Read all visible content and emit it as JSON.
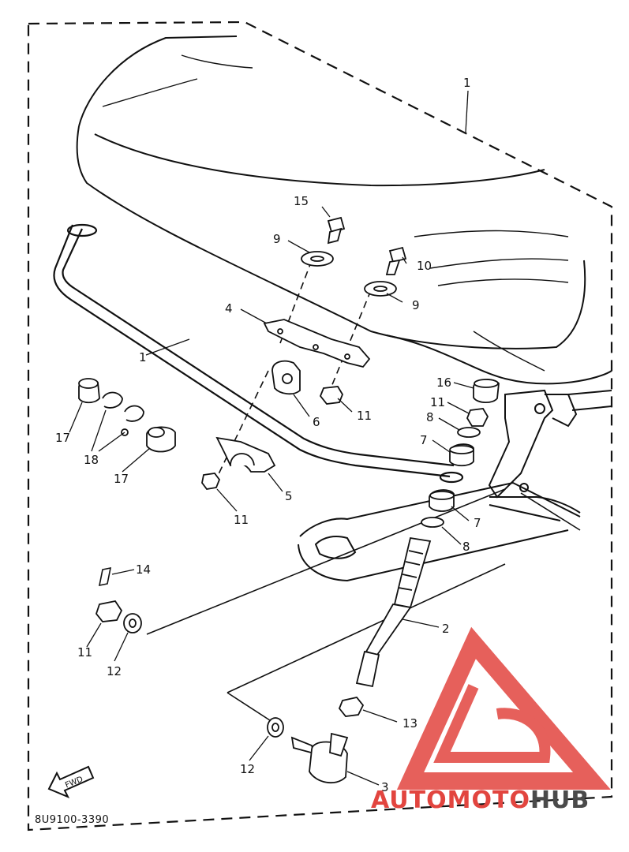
{
  "diagram": {
    "drawing_code": "8U9100-3390",
    "fwd_label": "FWD",
    "callouts": [
      {
        "id": "c1-top",
        "text": "1"
      },
      {
        "id": "c1-bar",
        "text": "1"
      },
      {
        "id": "c2",
        "text": "2"
      },
      {
        "id": "c3",
        "text": "3"
      },
      {
        "id": "c4",
        "text": "4"
      },
      {
        "id": "c5",
        "text": "5"
      },
      {
        "id": "c6",
        "text": "6"
      },
      {
        "id": "c7a",
        "text": "7"
      },
      {
        "id": "c7b",
        "text": "7"
      },
      {
        "id": "c8a",
        "text": "8"
      },
      {
        "id": "c8b",
        "text": "8"
      },
      {
        "id": "c9a",
        "text": "9"
      },
      {
        "id": "c9b",
        "text": "9"
      },
      {
        "id": "c10",
        "text": "10"
      },
      {
        "id": "c11a",
        "text": "11"
      },
      {
        "id": "c11b",
        "text": "11"
      },
      {
        "id": "c11c",
        "text": "11"
      },
      {
        "id": "c11d",
        "text": "11"
      },
      {
        "id": "c12a",
        "text": "12"
      },
      {
        "id": "c12b",
        "text": "12"
      },
      {
        "id": "c13",
        "text": "13"
      },
      {
        "id": "c14",
        "text": "14"
      },
      {
        "id": "c15",
        "text": "15"
      },
      {
        "id": "c16",
        "text": "16"
      },
      {
        "id": "c17a",
        "text": "17"
      },
      {
        "id": "c17b",
        "text": "17"
      },
      {
        "id": "c18",
        "text": "18"
      }
    ]
  },
  "watermark": {
    "brand_part1": "AUTOMOTO",
    "brand_part2": "HUB",
    "color_primary": "#e2453f",
    "color_secondary": "#4a4a4a"
  }
}
